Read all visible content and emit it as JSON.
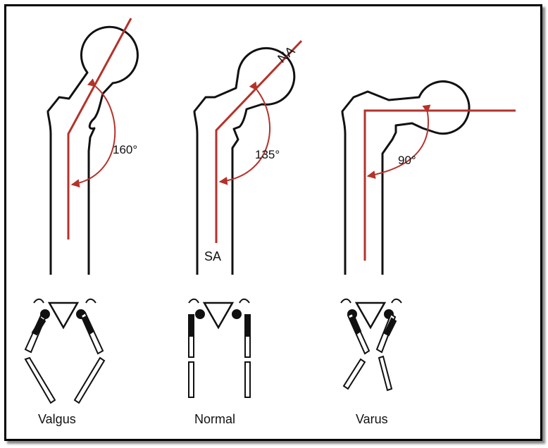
{
  "colors": {
    "axis": "#b5322a",
    "bone": "#111111"
  },
  "femurs": [
    {
      "id": "valgus",
      "angle_label": "160°",
      "caption": "Valgus"
    },
    {
      "id": "normal",
      "angle_label": "135°",
      "caption": "Normal",
      "neck_axis_label": "NA",
      "shaft_axis_label": "SA"
    },
    {
      "id": "varus",
      "angle_label": "90°",
      "caption": "Varus"
    }
  ]
}
